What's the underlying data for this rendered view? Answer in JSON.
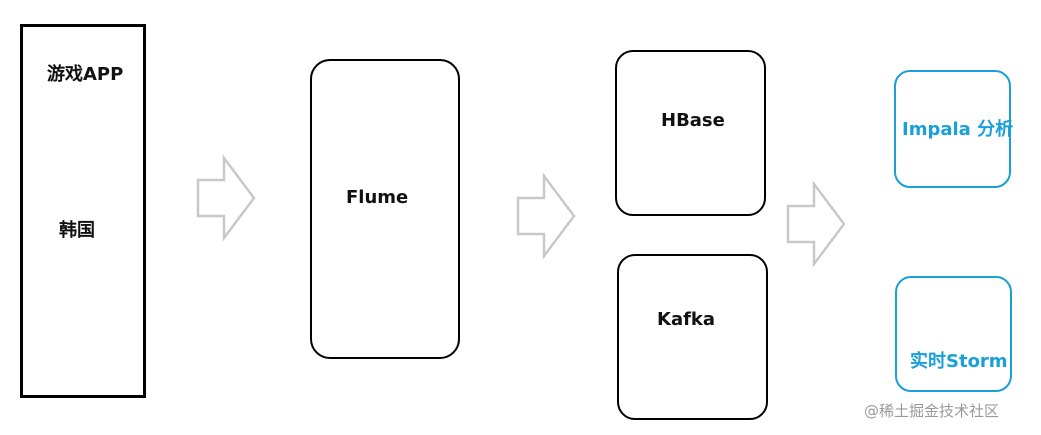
{
  "source": {
    "app_label": "游戏APP",
    "region_label": "韩国"
  },
  "collector": {
    "label": "Flume"
  },
  "storage": {
    "hbase_label": "HBase",
    "kafka_label": "Kafka"
  },
  "consumers": {
    "impala_label": "Impala 分析",
    "storm_label": "实时Storm"
  },
  "watermark": {
    "text": "@稀土掘金技术社区"
  },
  "colors": {
    "box_border": "#000000",
    "accent_blue": "#1a9fd8",
    "arrow_stroke": "#c8c8c8"
  }
}
